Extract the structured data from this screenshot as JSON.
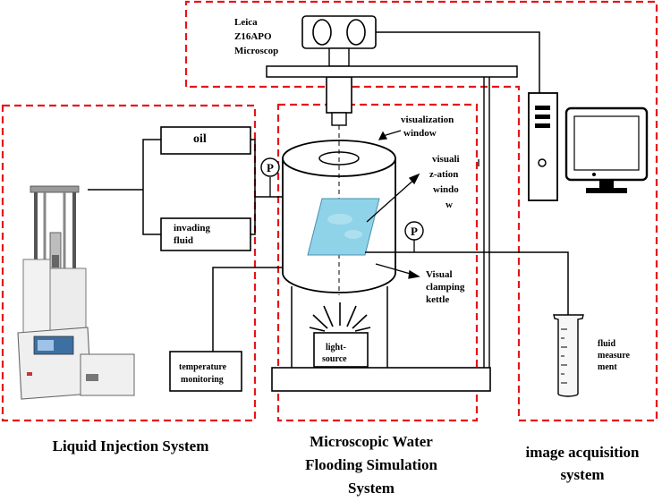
{
  "microscope": {
    "line1": "Leica",
    "line2": "Z16APO",
    "line3": "Microscop"
  },
  "annotations": {
    "visualization_window_top": [
      "visualization",
      "window"
    ],
    "visualization_window_side": [
      "visuali",
      "z-ation",
      "windo",
      "w"
    ],
    "visual_clamping_kettle": [
      "Visual",
      "clamping",
      "kettle"
    ],
    "fluid_measurement": [
      "fluid",
      "measure",
      "ment"
    ]
  },
  "boxes": {
    "oil": "oil",
    "invading_fluid": [
      "invading",
      "fluid"
    ],
    "temperature_monitoring": [
      "temperature",
      "monitoring"
    ],
    "light_source": [
      "light-",
      "source"
    ]
  },
  "gauges": {
    "pressure_symbol": "P"
  },
  "systems": {
    "liquid_injection": "Liquid Injection System",
    "microscopic_flooding": [
      "Microscopic Water",
      "Flooding Simulation",
      "System"
    ],
    "image_acquisition": [
      "image acquisition",
      "system"
    ]
  },
  "colors": {
    "dashed_border": "#e8141b",
    "window_glass": "#8fd3e8",
    "line": "#000000"
  }
}
